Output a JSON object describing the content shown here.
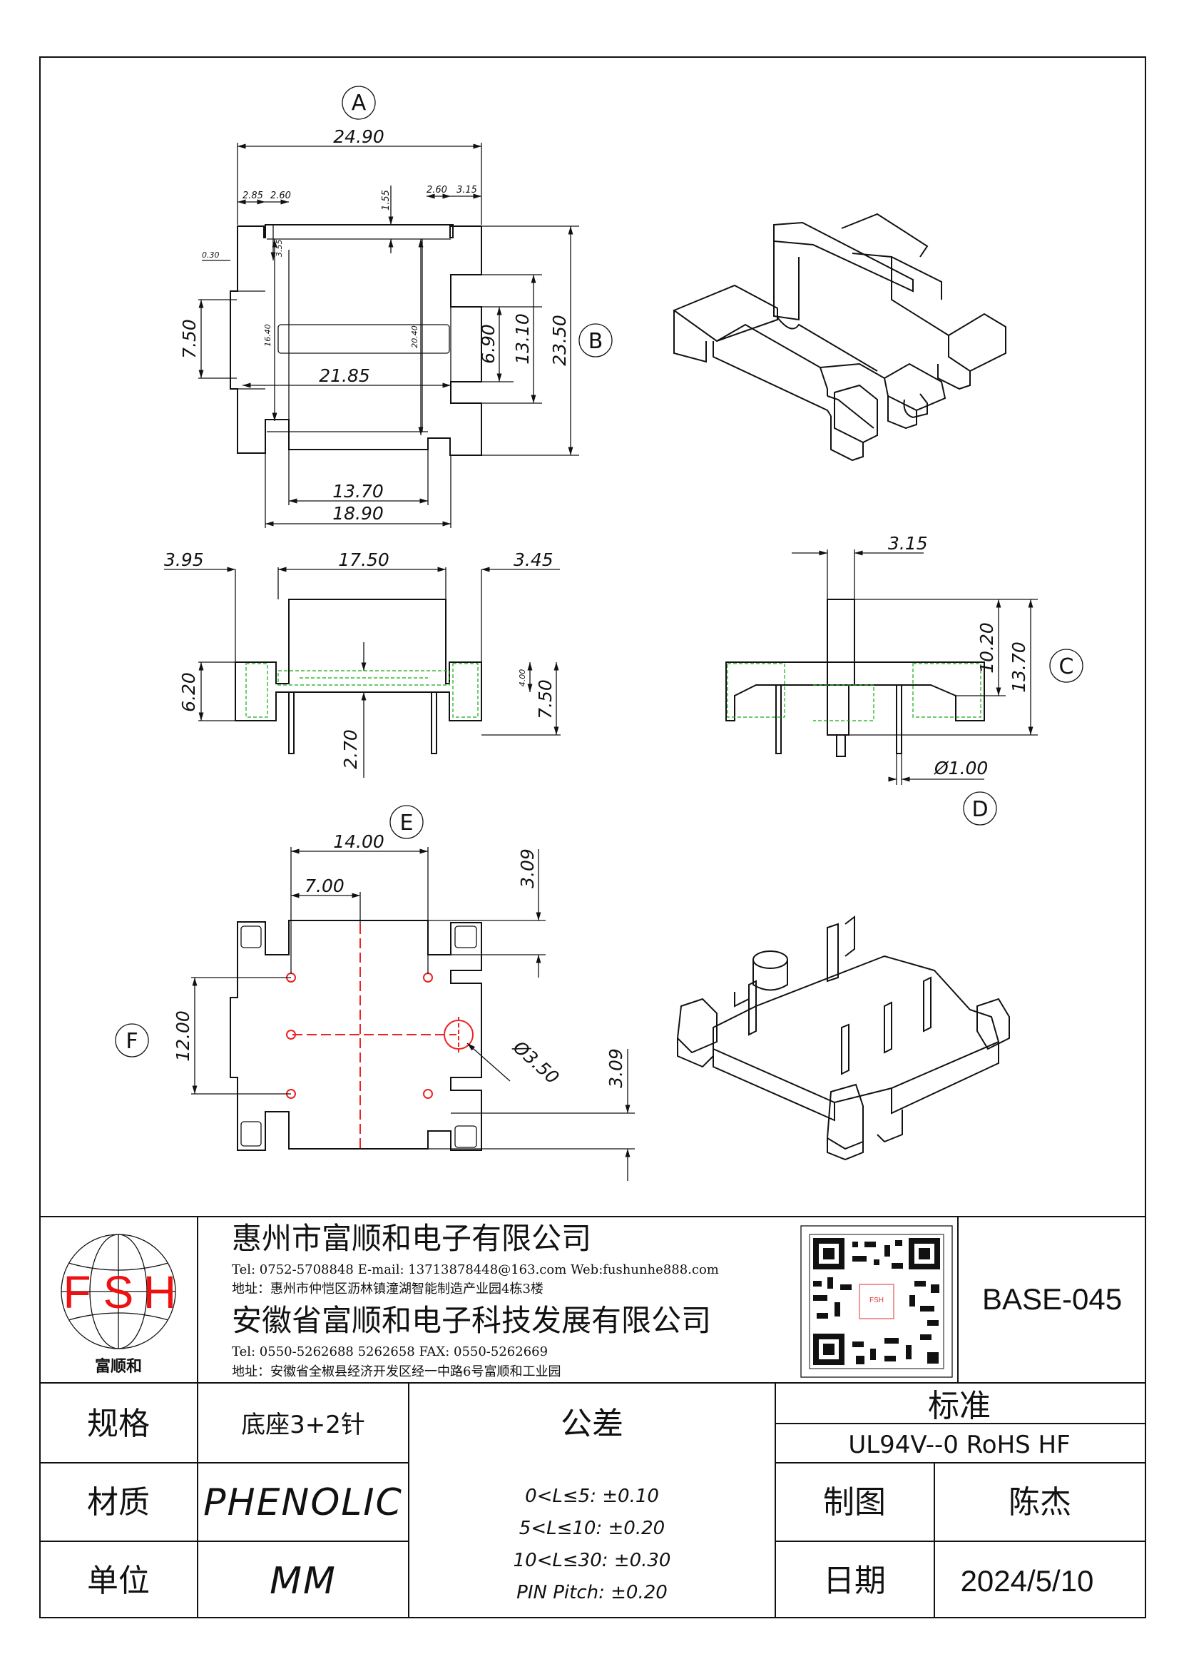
{
  "drawing": {
    "views": {
      "top": {
        "bubble_a": "A",
        "bubble_b": "B",
        "dims": {
          "d2490": "24.90",
          "d285": "2.85",
          "d260a": "2.60",
          "d155": "1.55",
          "d260b": "2.60",
          "d315": "3.15",
          "d030": "0.30",
          "d355": "3.55",
          "d750": "7.50",
          "d1640": "16.40",
          "d2040": "20.40",
          "d690": "6.90",
          "d1310": "13.10",
          "d2350": "23.50",
          "d2185": "21.85",
          "d1370": "13.70",
          "d1890": "18.90"
        }
      },
      "front": {
        "dims": {
          "d395": "3.95",
          "d1750": "17.50",
          "d345": "3.45",
          "d620": "6.20",
          "d400": "4.00",
          "d750": "7.50",
          "d270": "2.70"
        }
      },
      "side": {
        "bubble_c": "C",
        "bubble_d": "D",
        "dims": {
          "d315": "3.15",
          "d1020": "10.20",
          "d1370": "13.70",
          "d100": "Ø1.00"
        }
      },
      "bottom": {
        "bubble_e": "E",
        "bubble_f": "F",
        "dims": {
          "d1400": "14.00",
          "d700": "7.00",
          "d309a": "3.09",
          "d1200": "12.00",
          "d350": "Ø3.50",
          "d309b": "3.09"
        }
      }
    }
  },
  "title_block": {
    "logo": {
      "letters": [
        "F",
        "S",
        "H"
      ],
      "caption": "富顺和"
    },
    "company1": {
      "name": "惠州市富顺和电子有限公司",
      "contact": "Tel: 0752-5708848  E-mail: 13713878448@163.com  Web:fushunhe888.com",
      "address": "地址：惠州市仲恺区沥林镇潼湖智能制造产业园4栋3楼"
    },
    "company2": {
      "name": "安徽省富顺和电子科技发展有限公司",
      "contact": "Tel:  0550-5262688  5262658     FAX: 0550-5262669",
      "address": "地址：安徽省全椒县经济开发区经一中路6号富顺和工业园"
    },
    "part_code": "BASE-045",
    "spec_label": "规格",
    "spec_value": "底座3+2针",
    "material_label": "材质",
    "material_value": "PHENOLIC",
    "unit_label": "单位",
    "unit_value": "MM",
    "tolerance_label": "公差",
    "tolerances": [
      "0<L≤5: ±0.10",
      "5<L≤10: ±0.20",
      "10<L≤30: ±0.30",
      "PIN Pitch: ±0.20"
    ],
    "standard_label": "标准",
    "standard_value": "UL94V--0  RoHS HF",
    "drawn_label": "制图",
    "drawn_value": "陈杰",
    "date_label": "日期",
    "date_value": "2024/5/10"
  },
  "colors": {
    "hidden_lines": "#1a1",
    "center_lines": "#e22",
    "logo": "#e11"
  }
}
